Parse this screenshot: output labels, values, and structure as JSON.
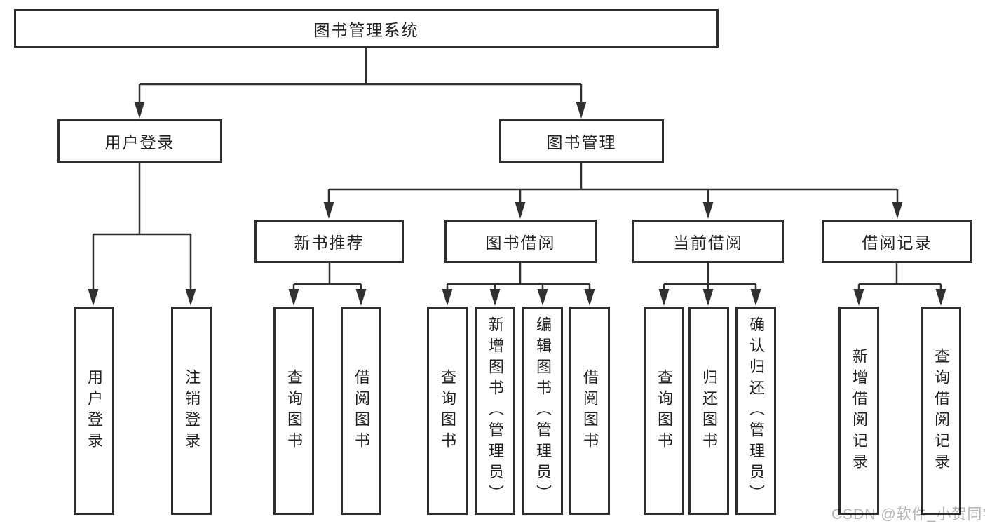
{
  "tree": {
    "root": {
      "label": "图书管理系统"
    },
    "branches": [
      {
        "label": "用户登录",
        "children": [
          {
            "label": "用户登录"
          },
          {
            "label": "注销登录"
          }
        ]
      },
      {
        "label": "图书管理",
        "groups": [
          {
            "label": "新书推荐",
            "children": [
              {
                "label": "查询图书"
              },
              {
                "label": "借阅图书"
              }
            ]
          },
          {
            "label": "图书借阅",
            "children": [
              {
                "label": "查询图书"
              },
              {
                "label": "新增图书（管理员）"
              },
              {
                "label": "编辑图书（管理员）"
              },
              {
                "label": "借阅图书"
              }
            ]
          },
          {
            "label": "当前借阅",
            "children": [
              {
                "label": "查询图书"
              },
              {
                "label": "归还图书"
              },
              {
                "label": "确认归还（管理员）"
              }
            ]
          },
          {
            "label": "借阅记录",
            "children": [
              {
                "label": "新增借阅记录"
              },
              {
                "label": "查询借阅记录"
              }
            ]
          }
        ]
      }
    ]
  },
  "watermark": {
    "text": "CSDN @软件_小贺同学"
  },
  "colors": {
    "line": "#303030",
    "box_border": "#2e2e2e",
    "text": "#212121",
    "watermark": "#b4b4b4",
    "background": "#ffffff"
  }
}
